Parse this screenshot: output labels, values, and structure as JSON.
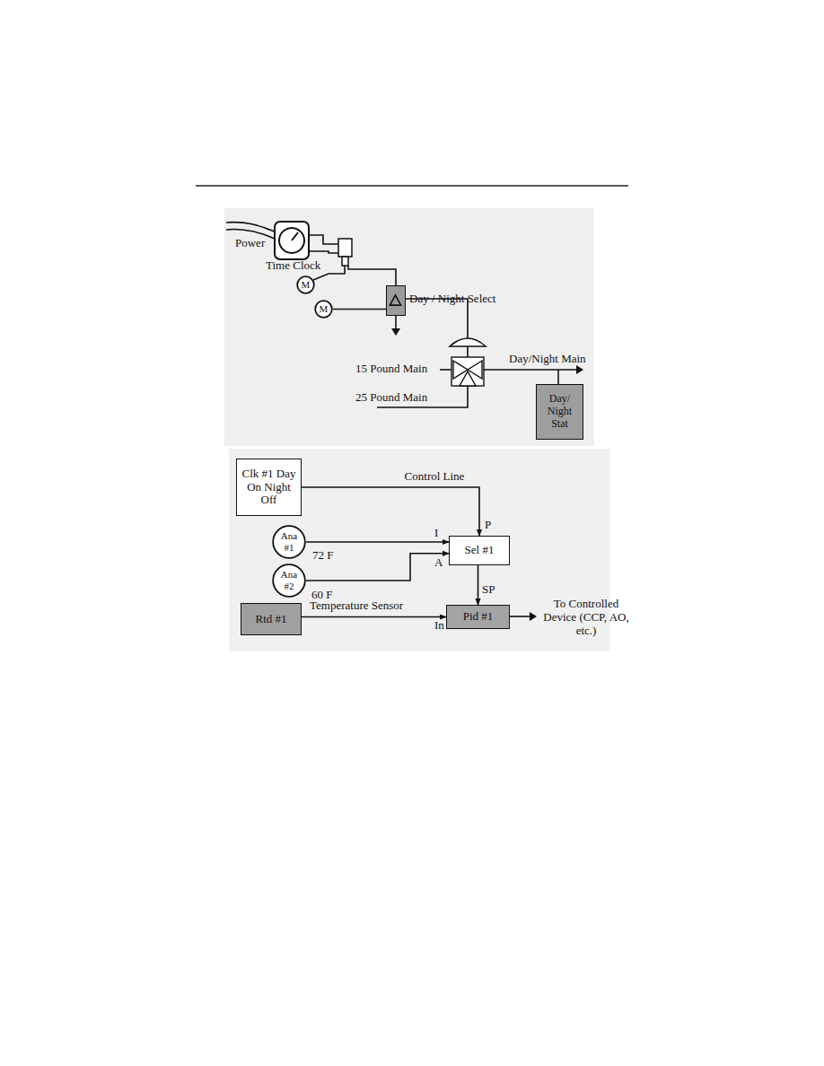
{
  "diagram": {
    "nodes": [
      {
        "text": [
          "M"
        ]
      },
      {
        "text": [
          "Day / Night Select"
        ]
      },
      {
        "text": [
          "M"
        ]
      },
      {
        "text": [
          "Day/ Night Stat"
        ]
      },
      {
        "text": [
          "Clk #1 Day On Night Off"
        ]
      },
      {
        "text": [
          "Ana #1"
        ]
      },
      {
        "text": [
          "Ana #2"
        ]
      },
      {
        "text": [
          "Sel #1"
        ]
      },
      {
        "text": [
          "Rtd #1"
        ]
      },
      {
        "text": [
          "Pid #1"
        ]
      }
    ],
    "edges": [
      {
        "from": 2,
        "to": 1,
        "arrow": "none"
      },
      {
        "from": 4,
        "to": 7,
        "label": "Control Line",
        "arrow": "to"
      },
      {
        "from": 5,
        "to": 7,
        "arrow": "to"
      },
      {
        "from": 6,
        "to": 7,
        "arrow": "to"
      },
      {
        "from": 7,
        "to": 9,
        "arrow": "to"
      },
      {
        "from": 8,
        "to": 9,
        "label": "Temperature Sensor",
        "arrow": "to"
      }
    ],
    "labels": [
      "Power",
      "Time Clock",
      "15 Pound Main",
      "Day/Night Main",
      "25 Pound Main",
      "72 F",
      "60 F",
      "P",
      "I",
      "A",
      "SP",
      "In",
      "To Controlled Device (CCP, AO, etc.)"
    ]
  }
}
